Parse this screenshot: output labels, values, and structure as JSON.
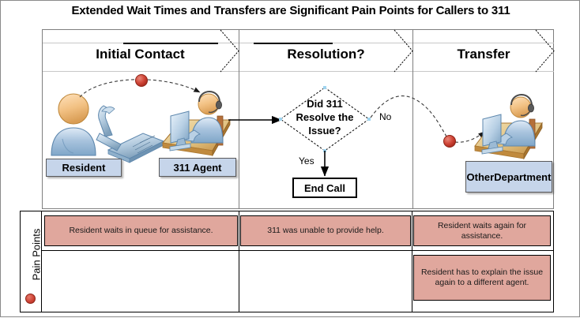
{
  "title": "Extended Wait Times and Transfers are Significant Pain Points for Callers to 311",
  "phases": [
    {
      "label": "Initial Contact"
    },
    {
      "label": "Resolution?"
    },
    {
      "label": "Transfer"
    }
  ],
  "actors": [
    {
      "name": "resident",
      "label": "Resident",
      "icon": "person-icon"
    },
    {
      "name": "agent-311",
      "label": "311 Agent",
      "icon": "agent-at-desk-icon"
    },
    {
      "name": "other-department",
      "label": "Other\nDepartment",
      "label_line1": "Other",
      "label_line2": "Department",
      "icon": "agent-at-desk-icon"
    }
  ],
  "props": [
    {
      "name": "desk-phone",
      "icon": "telephone-icon"
    }
  ],
  "decision": {
    "text_line1": "Did 311",
    "text_line2": "Resolve the",
    "text_line3": "Issue?",
    "yes_label": "Yes",
    "no_label": "No"
  },
  "terminator": {
    "label": "End Call"
  },
  "pain_points_section": {
    "label": "Pain Points",
    "marker_icon": "red-dot-icon",
    "items": [
      {
        "column": "Initial Contact",
        "row": 1,
        "text": "Resident waits in queue for assistance."
      },
      {
        "column": "Resolution?",
        "row": 1,
        "text": "311 was unable to provide help."
      },
      {
        "column": "Transfer",
        "row": 1,
        "text": "Resident waits again for assistance."
      },
      {
        "column": "Transfer",
        "row": 2,
        "text": "Resident has to explain the issue again to a different agent."
      }
    ]
  },
  "colors": {
    "pain_point_fill": "#e0a79d",
    "role_label_fill": "#c6d5ea",
    "marker_red": "#cf4436",
    "frame_stroke": "#7f7f7f",
    "text": "#000000"
  }
}
